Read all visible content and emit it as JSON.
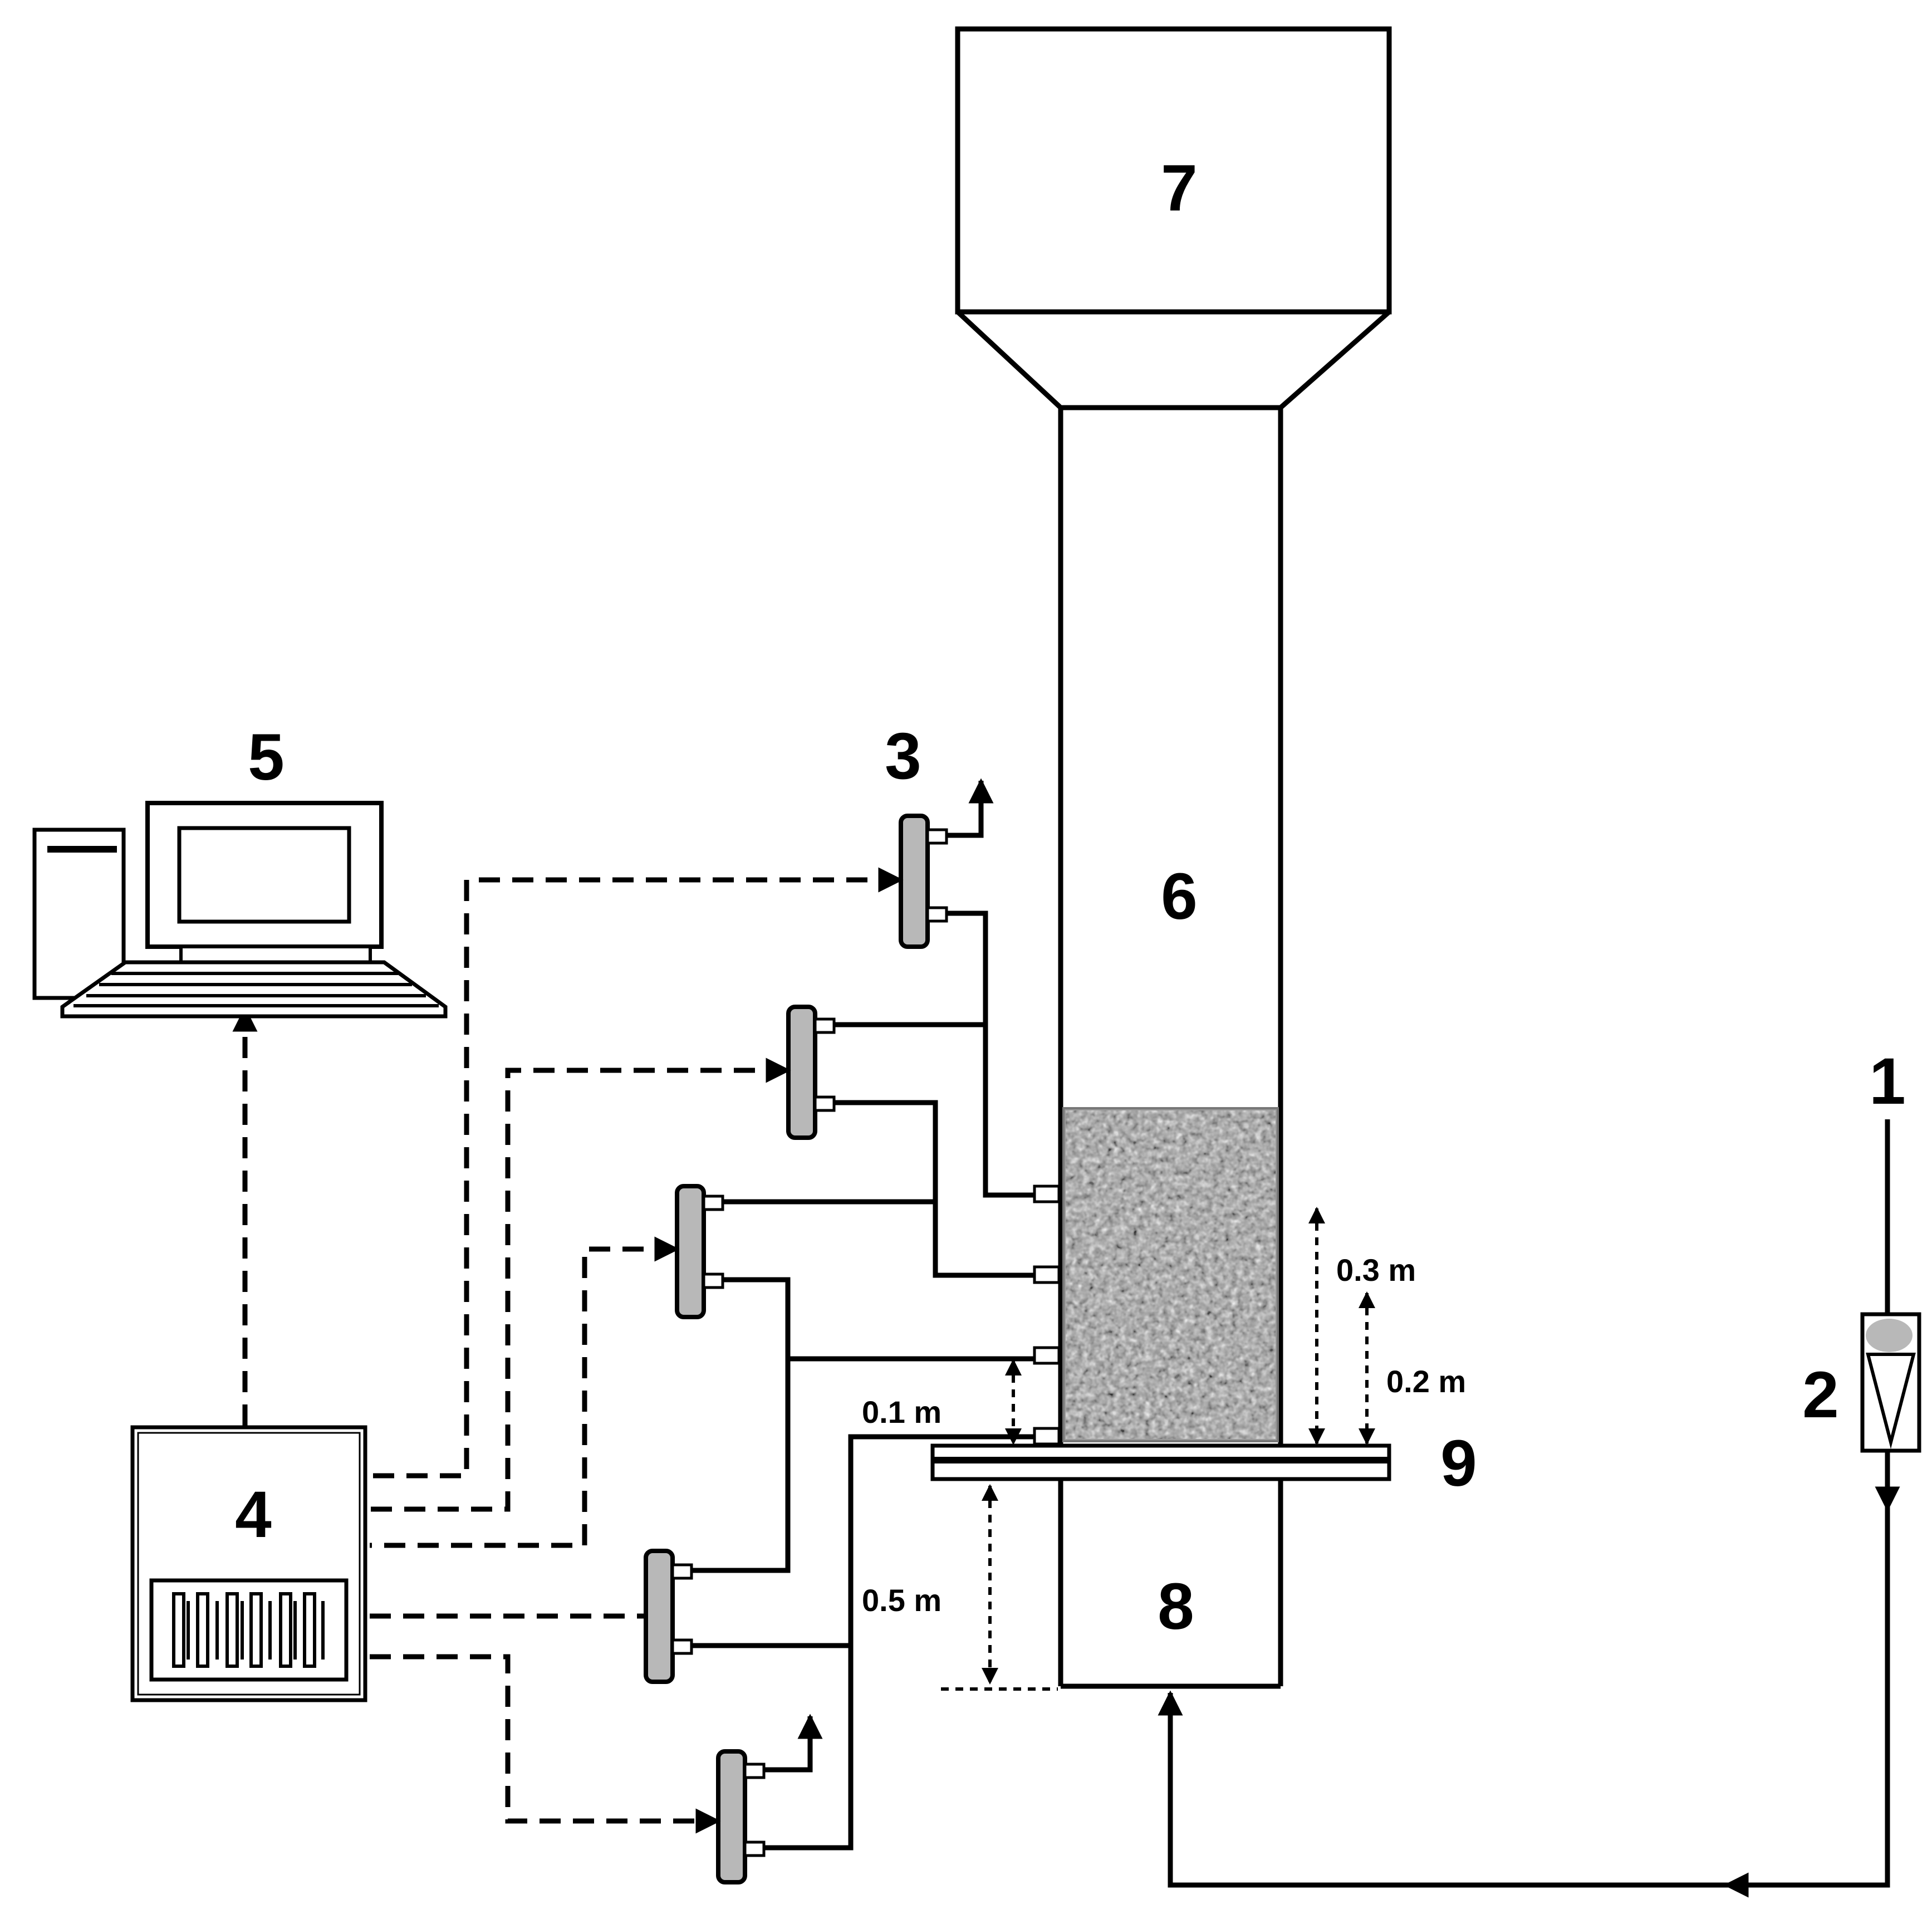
{
  "components": [
    {
      "id": "1",
      "name": "inlet"
    },
    {
      "id": "2",
      "name": "flowmeter"
    },
    {
      "id": "3",
      "name": "pressure-transducer"
    },
    {
      "id": "4",
      "name": "data-acquisition"
    },
    {
      "id": "5",
      "name": "computer"
    },
    {
      "id": "6",
      "name": "column"
    },
    {
      "id": "7",
      "name": "disengagement-section"
    },
    {
      "id": "8",
      "name": "plenum"
    },
    {
      "id": "9",
      "name": "distributor-plate"
    }
  ],
  "dimensions": {
    "d_03": "0.3 m",
    "d_02": "0.2 m",
    "d_01": "0.1 m",
    "d_05": "0.5 m"
  },
  "colors": {
    "line": "#000000",
    "sensor_fill": "#b8b8b8",
    "bed_fill": "#9a9a9a"
  }
}
